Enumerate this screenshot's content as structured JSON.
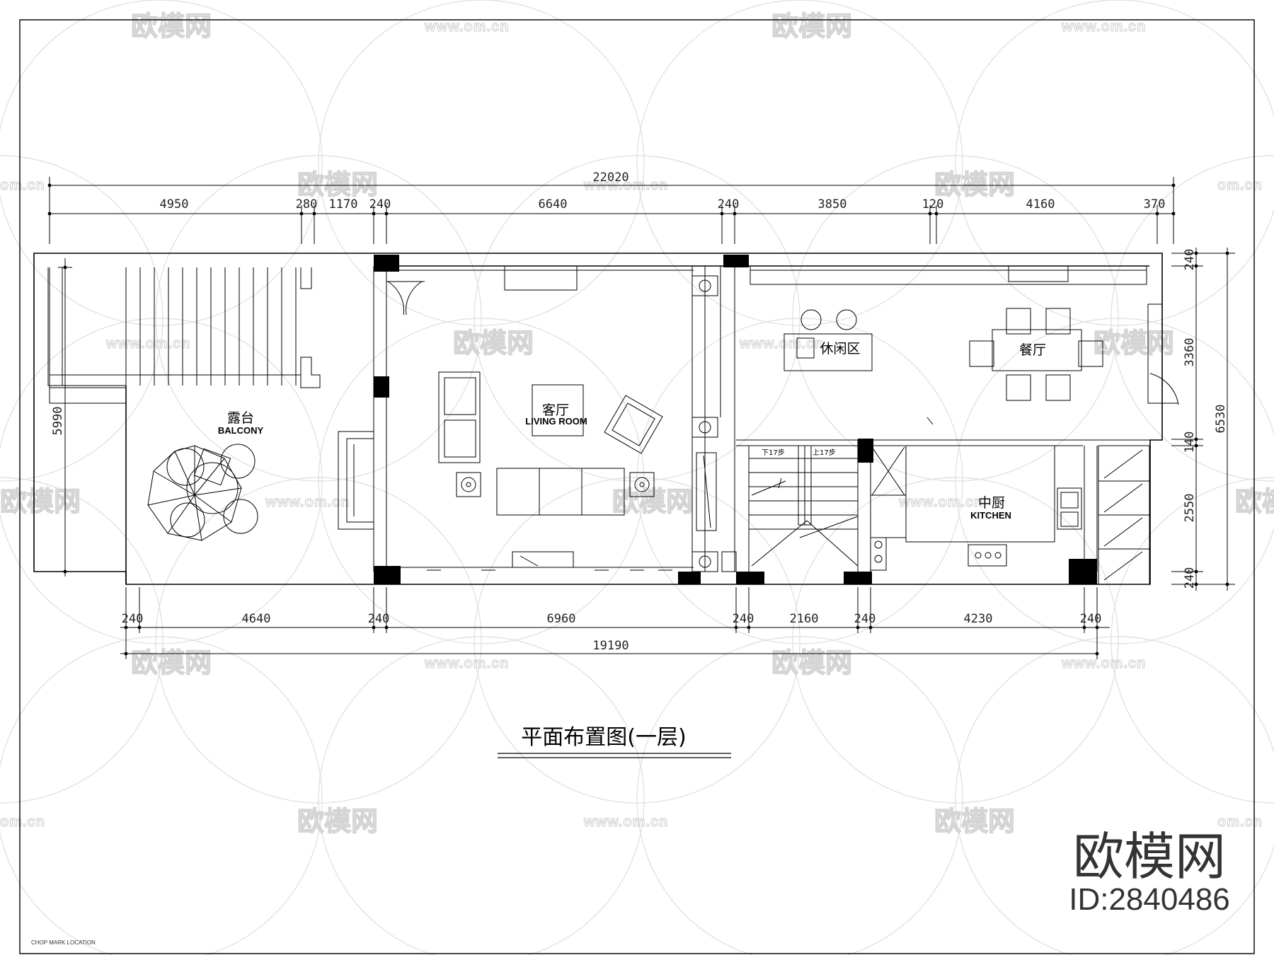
{
  "drawing": {
    "title": "平面布置图(一层)",
    "chop_mark": "CHOP  MARK  LOCATION",
    "brand": "欧模网",
    "brand_id": "ID:2840486"
  },
  "watermark": {
    "logo_text": "欧模网",
    "url_text": "www.om.cn",
    "url_short": "om.cn"
  },
  "rooms": {
    "balcony_zh": "露台",
    "balcony_en": "BALCONY",
    "living_zh": "客厅",
    "living_en": "LIVING ROOM",
    "leisure_zh": "休闲区",
    "dining_zh": "餐厅",
    "kitchen_zh": "中厨",
    "kitchen_en": "KITCHEN"
  },
  "stairs": {
    "down": "下17步",
    "up": "上17步"
  },
  "dimensions": {
    "top_total": "22020",
    "top": [
      "4950",
      "280",
      "1170",
      "240",
      "6640",
      "240",
      "3850",
      "120",
      "4160",
      "370"
    ],
    "bottom": [
      "240",
      "4640",
      "240",
      "6960",
      "240",
      "2160",
      "240",
      "4230",
      "240"
    ],
    "bottom_total": "19190",
    "left": "5990",
    "right": [
      "240",
      "3360",
      "140",
      "2550",
      "240"
    ],
    "right_total": "6530"
  },
  "colors": {
    "line": "#000000",
    "watermark": "#d4d4d4",
    "brand": "#333333"
  }
}
